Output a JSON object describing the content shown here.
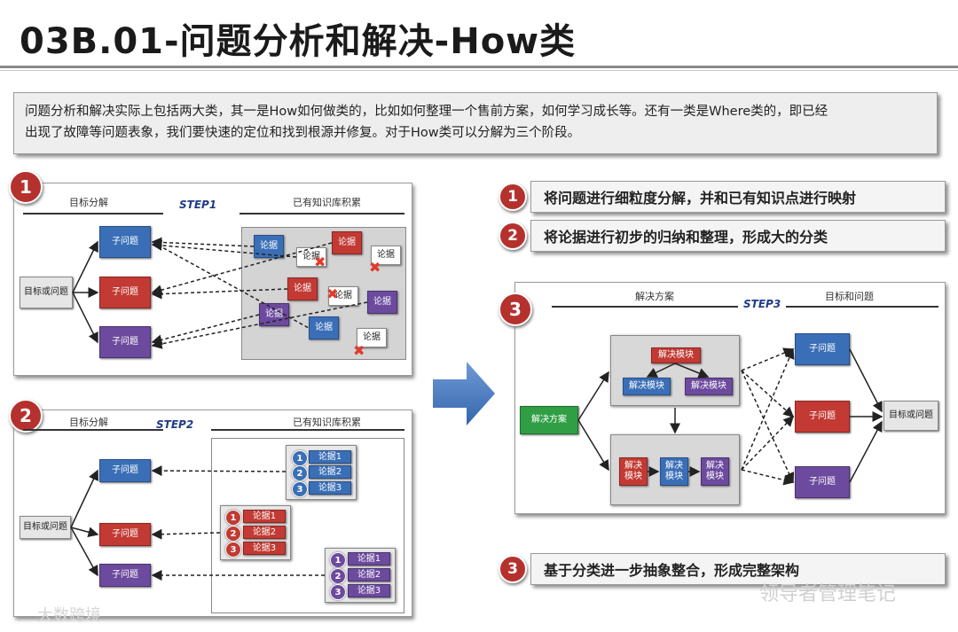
{
  "title": "03B.01-问题分析和解决-How类",
  "intro": {
    "line1": "问题分析和解决实际上包括两大类，其一是How如何做类的，比如如何整理一个售前方案，如何学习成长等。还有一类是Where类的，即已经",
    "line2": "出现了故障等问题表象，我们要快速的定位和找到根源并修复。对于How类可以分解为三个阶段。"
  },
  "step1": {
    "number": "1",
    "left_header": "目标分解",
    "step_label": "STEP1",
    "right_header": "已有知识库积累",
    "goal": "目标或问题",
    "sub": [
      "子问题",
      "子问题",
      "子问题"
    ],
    "evidence": "论据"
  },
  "step2": {
    "number": "2",
    "left_header": "目标分解",
    "step_label": "STEP2",
    "right_header": "已有知识库积累",
    "goal": "目标或问题",
    "sub": [
      "子问题",
      "子问题",
      "子问题"
    ],
    "group_nums": [
      "1",
      "2",
      "3"
    ],
    "group_items": [
      "论据1",
      "论据2",
      "论据3"
    ]
  },
  "step3": {
    "number": "3",
    "left_header": "解决方案",
    "step_label": "STEP3",
    "right_header": "目标和问题",
    "solution": "解决方案",
    "top_module": "解决模块",
    "mid_modules": [
      "解决模块",
      "解决模块"
    ],
    "bottom_modules": [
      "解决\n模块",
      "解决\n模块",
      "解决\n模块"
    ],
    "sub": [
      "子问题",
      "子问题",
      "子问题"
    ],
    "goal": "目标或问题"
  },
  "bullets": [
    {
      "num": "1",
      "text": "将问题进行细粒度分解，并和已有知识点进行映射"
    },
    {
      "num": "2",
      "text": "将论据进行初步的归纳和整理，形成大的分类"
    },
    {
      "num": "3",
      "text": "基于分类进一步抽象整合，形成完整架构"
    }
  ],
  "watermarks": {
    "left": "大数跨境",
    "right": "领导者管理笔记"
  },
  "colors": {
    "accent": "#b5312e",
    "blue": "#3a6fb7",
    "red": "#c23a33",
    "purple": "#6c4a9e",
    "green": "#2f9e44"
  }
}
